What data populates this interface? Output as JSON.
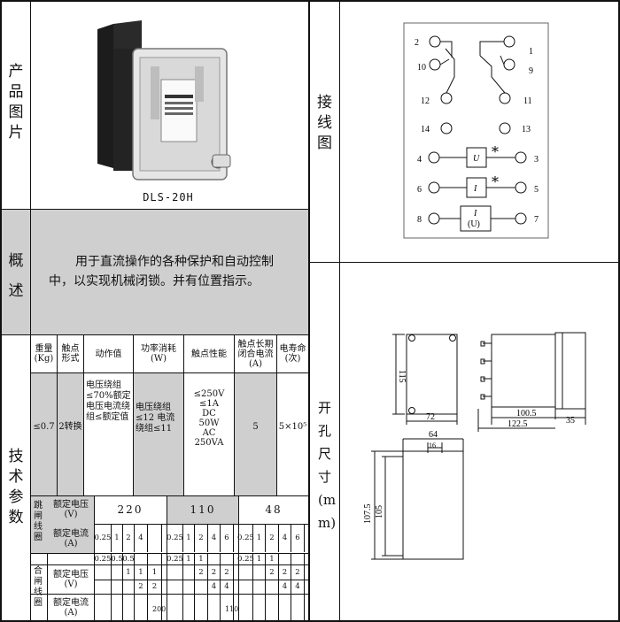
{
  "sections": {
    "photo": "产品图片",
    "overview": "概述",
    "tech": "技术参数",
    "wiring": "接线图",
    "cutout": "开孔尺寸(mm)"
  },
  "product": {
    "model": "DLS-20H"
  },
  "overview_text": "用于直流操作的各种保护和自动控制中，以实现机械闭锁。并有位置指示。",
  "spec_headers": [
    "重量(Kg)",
    "触点形式",
    "动作值",
    "功率消耗(W)",
    "触点性能",
    "触点长期闭合电流(A)",
    "电寿命(次)"
  ],
  "spec_values": {
    "weight": "≤0.7",
    "contact_form": "2转换",
    "action_value": "电压绕组≤70%额定电压电流绕组≤额定值",
    "power": "电压绕组≤12 电流绕组≤11",
    "contact_perf": [
      "≤250V",
      "≤1A",
      "DC",
      "50W",
      "AC",
      "250VA"
    ],
    "long_current": "5",
    "life": "5×10⁵"
  },
  "trip_coil": {
    "label": "跳闸线圈",
    "voltage_label": "额定电压(V)",
    "current_label": "额定电流(A)",
    "voltages": [
      "220",
      "110",
      "48"
    ],
    "currents_row1": [
      "0.25",
      "1",
      "2",
      "4",
      "0.25",
      "1",
      "2",
      "4",
      "6",
      "0.25",
      "1",
      "2",
      "4",
      "6"
    ],
    "currents_row2": [
      "0.25",
      "0.5",
      "0.5",
      "0.25",
      "1",
      "1",
      "0.25",
      "1",
      "1"
    ]
  },
  "close_coil": {
    "label": "合闸线圈",
    "voltage_label": "额定电压(V)",
    "current_label": "额定电流(A)",
    "row1": [
      "1",
      "1",
      "1",
      "2",
      "2",
      "2",
      "2",
      "2",
      "2"
    ],
    "row2": [
      "2",
      "2",
      "4",
      "4",
      "4",
      "4"
    ],
    "voltages": [
      "200",
      "110"
    ]
  },
  "wiring_terminals": [
    "1",
    "2",
    "3",
    "4",
    "5",
    "6",
    "7",
    "8",
    "9",
    "10",
    "11",
    "12",
    "13",
    "14"
  ],
  "wiring_elements": {
    "u": "U",
    "i": "I",
    "iu_top": "I",
    "iu_bot": "(U)",
    "star": "*"
  },
  "dimensions": {
    "height": "115",
    "width": "72",
    "depth": "100.5",
    "depth_total": "122.5",
    "front": "35",
    "cut_w": "64",
    "cut_w2": "16",
    "cut_h": "107.5",
    "cut_h2": "105"
  }
}
